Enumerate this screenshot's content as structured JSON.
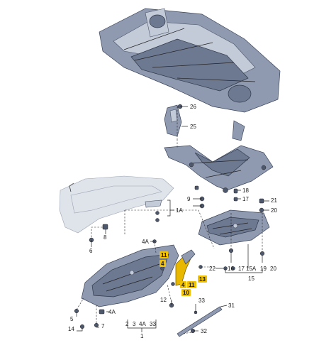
{
  "labels": {
    "l26": "26",
    "l25": "25",
    "l1a": "1A",
    "l9": "9",
    "l18": "18",
    "l17": "17",
    "l21": "21",
    "l20": "20",
    "l6": "6",
    "l8": "8",
    "l4a_mid": "4A",
    "l22": "22",
    "l16": "16",
    "l17b": "17",
    "l15a": "15A",
    "l19": "19",
    "l20b": "20",
    "l15": "15",
    "l12": "12",
    "l33": "33",
    "l31": "31",
    "l5": "5",
    "l4a_left": "4A",
    "l14": "14",
    "l7": "7",
    "l2": "2",
    "l3": "3",
    "l4a_bot": "4A",
    "l33b": "33",
    "l1": "1",
    "l32": "32"
  },
  "highlighted_labels": {
    "h11a": "11",
    "h4": "4",
    "h13": "13",
    "h4b": "4",
    "h11b": "11",
    "h10": "10"
  },
  "colors": {
    "part": "#8f9ab0",
    "highlight": "#f2c200",
    "line": "#222222"
  }
}
